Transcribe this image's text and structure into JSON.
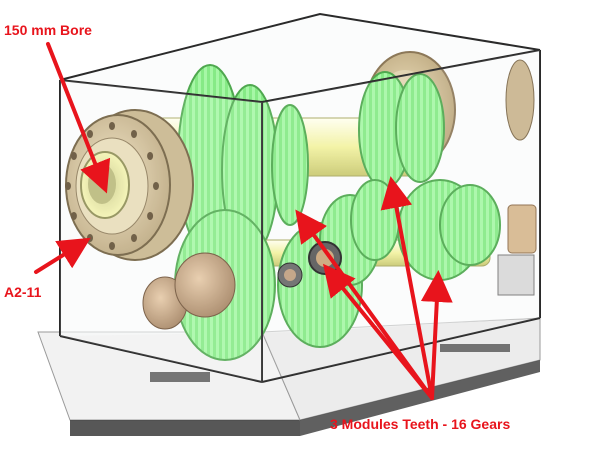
{
  "annotations": {
    "bore_label": "150 mm Bore",
    "spindle_nose_label": "A2-11",
    "gears_label": "3 Modules Teeth - 16 Gears"
  },
  "colors": {
    "annotation": "#e8141c",
    "gear": "#8ff28f",
    "shaft": "#f4f4a8",
    "flange": "#d9c8a2",
    "housing_edge": "#2a2a2a"
  }
}
